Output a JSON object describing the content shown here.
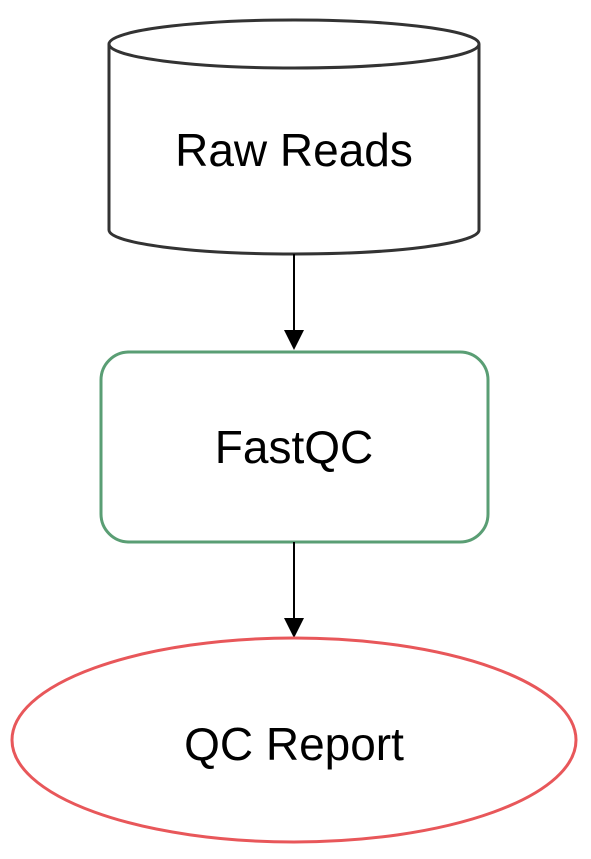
{
  "nodes": {
    "raw_reads": {
      "label": "Raw Reads",
      "shape": "cylinder",
      "stroke": "#333333"
    },
    "fastqc": {
      "label": "FastQC",
      "shape": "rounded-rectangle",
      "stroke": "#5a9e74"
    },
    "qc_report": {
      "label": "QC Report",
      "shape": "ellipse",
      "stroke": "#e8575a"
    }
  },
  "edges": [
    {
      "from": "Raw Reads",
      "to": "FastQC"
    },
    {
      "from": "FastQC",
      "to": "QC Report"
    }
  ]
}
